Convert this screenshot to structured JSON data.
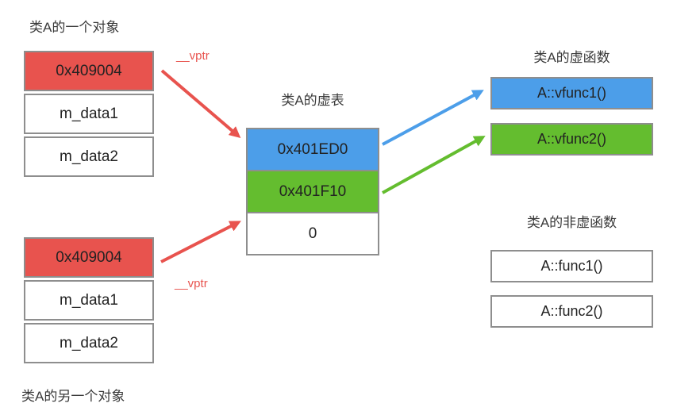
{
  "colors": {
    "red": "#E8534E",
    "blue": "#4C9EE9",
    "green": "#64BD2F",
    "border": "#8E8E8E",
    "text": "#3A3A3A"
  },
  "object1": {
    "title": "类A的一个对象",
    "cells": [
      "0x409004",
      "m_data1",
      "m_data2"
    ]
  },
  "object2": {
    "title": "类A的另一个对象",
    "cells": [
      "0x409004",
      "m_data1",
      "m_data2"
    ]
  },
  "vtable": {
    "title": "类A的虚表",
    "cells": [
      "0x401ED0",
      "0x401F10",
      "0"
    ]
  },
  "virtual_funcs": {
    "title": "类A的虚函数",
    "items": [
      "A::vfunc1()",
      "A::vfunc2()"
    ]
  },
  "nonvirtual_funcs": {
    "title": "类A的非虚函数",
    "items": [
      "A::func1()",
      "A::func2()"
    ]
  },
  "labels": {
    "vptr1": "__vptr",
    "vptr2": "__vptr"
  }
}
